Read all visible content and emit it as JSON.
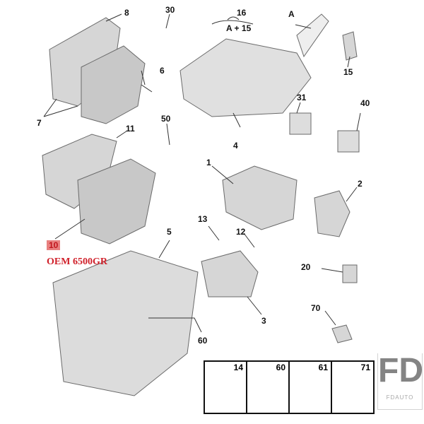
{
  "labels": {
    "p8": "8",
    "p30": "30",
    "p16": "16",
    "pA15": "A + 15",
    "pA": "A",
    "p15": "15",
    "p6": "6",
    "p7": "7",
    "p31": "31",
    "p40": "40",
    "p4": "4",
    "p50": "50",
    "p11": "11",
    "p1": "1",
    "p2": "2",
    "p5": "5",
    "p13": "13",
    "p12": "12",
    "p20": "20",
    "p3": "3",
    "p70": "70",
    "p60": "60"
  },
  "highlight": {
    "part": "10",
    "oem": "OEM 6500GR"
  },
  "fasteners": [
    {
      "label": "14"
    },
    {
      "label": "60"
    },
    {
      "label": "61"
    },
    {
      "label": "71"
    }
  ],
  "watermark": {
    "logo": "FD",
    "text": "FDAUTO"
  },
  "colors": {
    "part_fill": "#d6d6d6",
    "part_stroke": "#6a6a6a",
    "accent": "#d0202a"
  }
}
